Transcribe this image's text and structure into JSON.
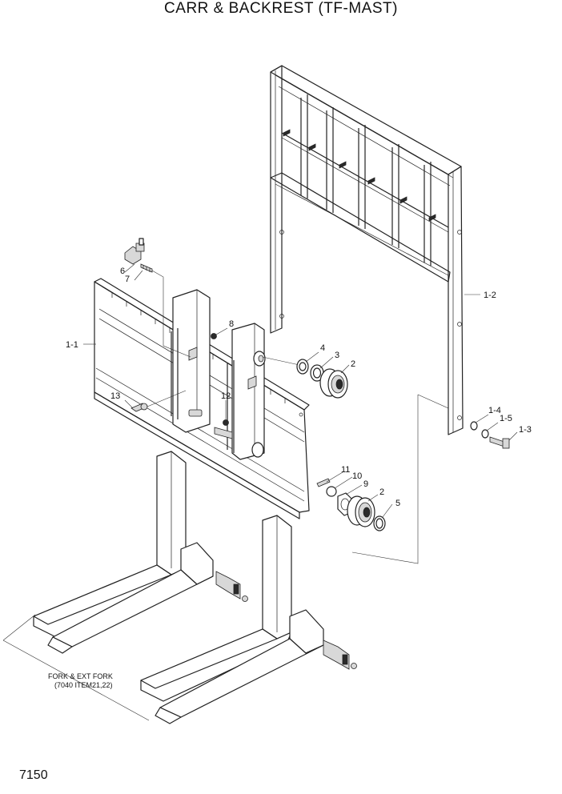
{
  "title": "CARR & BACKREST (TF-MAST)",
  "page_number": "7150",
  "callouts": {
    "c_1_1": "1-1",
    "c_1_2": "1-2",
    "c_1_3": "1-3",
    "c_1_4": "1-4",
    "c_1_5": "1-5",
    "c_2a": "2",
    "c_2b": "2",
    "c_3": "3",
    "c_4": "4",
    "c_5": "5",
    "c_6": "6",
    "c_7": "7",
    "c_8": "8",
    "c_9": "9",
    "c_10": "10",
    "c_11": "11",
    "c_12": "12",
    "c_13": "13"
  },
  "fork_note": {
    "line1": "FORK & EXT FORK",
    "line2": "(7040 ITEM21,22)"
  }
}
